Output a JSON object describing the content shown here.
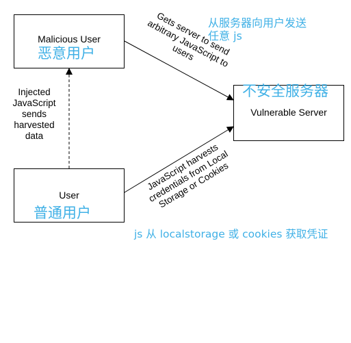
{
  "nodes": {
    "malicious_user": {
      "label": "Malicious User",
      "subtitle": "恶意用户"
    },
    "vulnerable_server": {
      "label": "Vulnerable Server",
      "subtitle": "不安全服务器"
    },
    "user": {
      "label": "User",
      "subtitle": "普通用户"
    }
  },
  "edges": {
    "attacker_server": {
      "lines": [
        "Gets server to send",
        "arbitrary JavaScript to",
        "users"
      ]
    },
    "user_attacker": {
      "lines": [
        "Injected",
        "JavaScript",
        "sends",
        "harvested",
        "data"
      ]
    },
    "user_server": {
      "lines": [
        "JavaScript harvests",
        "credentials from Local",
        "Storage or Cookies"
      ]
    }
  },
  "annotations": {
    "server_to_user_line1": "从服务器向用户发送",
    "server_to_user_line2": "任意 js",
    "harvest": "js 从 localstorage 或 cookies 获取凭证"
  },
  "colors": {
    "annotation": "#3fb0e6",
    "stroke": "#000000"
  }
}
